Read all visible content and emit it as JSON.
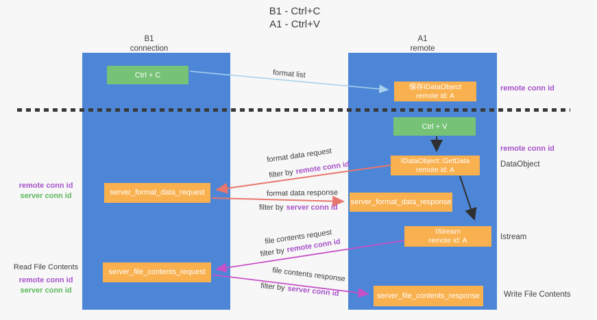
{
  "title": {
    "line1": "B1 - Ctrl+C",
    "line2": "A1 - Ctrl+V"
  },
  "columns": {
    "left": {
      "name": "B1",
      "role": "connection"
    },
    "right": {
      "name": "A1",
      "role": "remote"
    }
  },
  "boxes": {
    "ctrl_c": {
      "label": "Ctrl + C"
    },
    "ctrl_v": {
      "label": "Ctrl + V"
    },
    "save_dataobject": {
      "line1": "保存IDataObject",
      "line2": "remote id: A"
    },
    "getdata": {
      "line1": "IDataObject::GetData",
      "line2": "remote id: A"
    },
    "istream": {
      "line1": "IStream",
      "line2": "remote id: A"
    },
    "format_request": {
      "label": "server_format_data_request"
    },
    "format_response": {
      "label": "server_format_data_response"
    },
    "file_request": {
      "label": "server_file_contents_request"
    },
    "file_response": {
      "label": "server_file_contents_response"
    }
  },
  "arrow_labels": {
    "format_list": "format list",
    "format_data_request": "format data request",
    "format_data_response": "format data response",
    "file_contents_request": "file contents request",
    "file_contents_response": "file contents response",
    "filter_by": "filter by",
    "remote_conn_id": "remote conn id",
    "server_conn_id": "server conn id"
  },
  "side_labels": {
    "right_remote_conn_id_top": "remote conn id",
    "right_remote_conn_id_mid": "remote conn id",
    "dataobject": "DataObject",
    "istream": "Istream",
    "write_file_contents": "Write File Contents",
    "left_remote_conn_id_top": "remote conn id",
    "left_server_conn_id_top": "server conn id",
    "read_file_contents": "Read File Contents",
    "left_remote_conn_id_bottom": "remote conn id",
    "left_server_conn_id_bottom": "server conn id"
  },
  "colors": {
    "lifeline_blue": "#4d86d6",
    "action_green": "#76c276",
    "message_orange": "#f9b04e",
    "arrow_salmon": "#e8766d",
    "arrow_magenta": "#c750c7",
    "arrow_light_blue": "#a7d1ee",
    "arrow_black": "#2f2f2f",
    "conn_id_purple": "#a653c9",
    "conn_id_green": "#5cb85c",
    "background": "#f7f7f7"
  }
}
